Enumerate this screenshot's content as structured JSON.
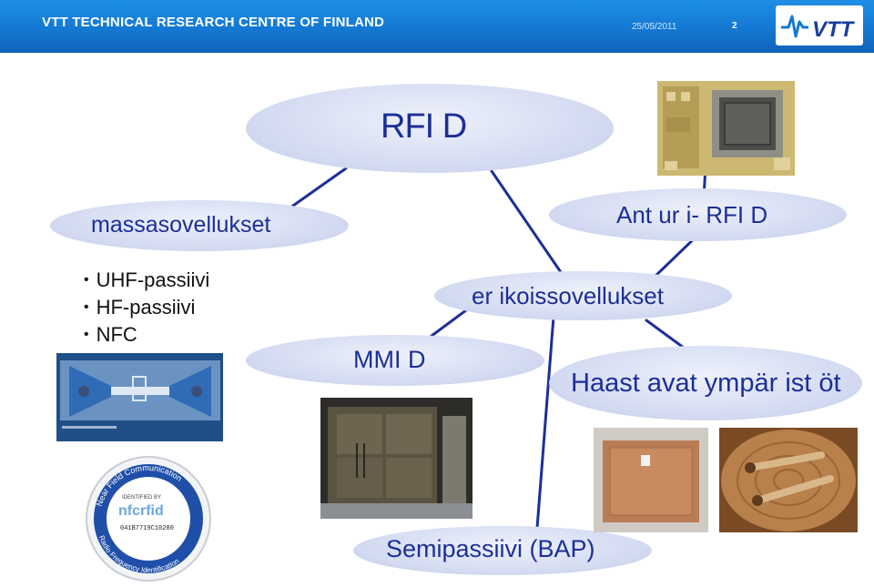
{
  "header": {
    "org": "VTT TECHNICAL RESEARCH CENTRE OF FINLAND",
    "date": "25/05/2011",
    "page": "2",
    "logo_text": "VTT"
  },
  "diagram": {
    "center": "RFI D",
    "mass": "massasovellukset",
    "mass_items": [
      "UHF-passiivi",
      "HF-passiivi",
      "NFC"
    ],
    "sensor": "Ant ur i- RFI D",
    "special": "er ikoissovellukset",
    "mmid": "MMI D",
    "harsh": "Haast avat  ympär ist öt",
    "semi": "Semipassiivi  (BAP)"
  },
  "nfc_tag": {
    "top_arc": "Near Field Communication",
    "identified": "IDENTIFIED BY",
    "brand": "nfcrfid",
    "serial": "041B7719C10280",
    "bottom_arc": "Radio Frequency Identification"
  },
  "colors": {
    "header": "#1478d2",
    "ellipse": "#d7def3",
    "ellipse_text": "#1c2f97",
    "connector": "#1c2f97"
  }
}
